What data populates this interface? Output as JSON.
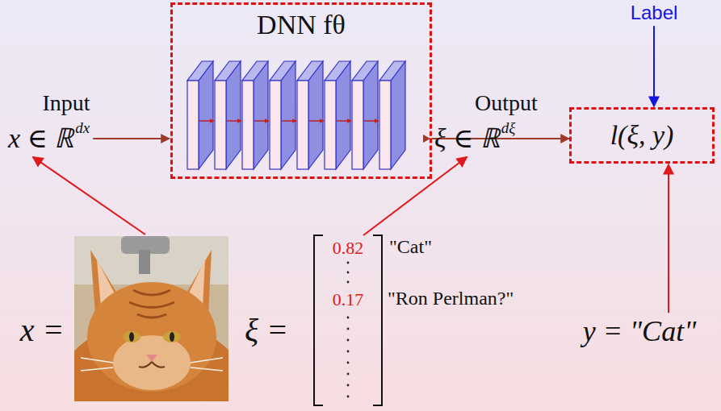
{
  "diagram": {
    "nodes": [
      {
        "text": [
          "DNN fθ"
        ]
      },
      {
        "text": [
          "l(ξ, y)"
        ]
      }
    ],
    "edges": [
      {
        "from": 0,
        "to": 1,
        "arrow": "to"
      }
    ],
    "labels": [
      "Label",
      "Input",
      "x ∈ ℝ",
      "dx",
      "Output",
      "ξ ∈ ℝ",
      "dξ",
      "x =",
      "ξ =",
      "0.82",
      "\"Cat\"",
      "0.17",
      "\"Ron Perlman?\"",
      "y = \"Cat\""
    ]
  }
}
